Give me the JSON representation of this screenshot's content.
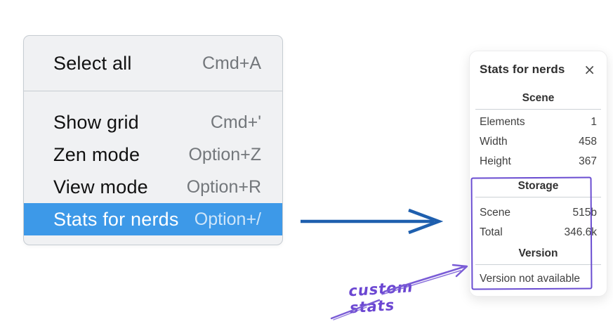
{
  "colors": {
    "menu_highlight": "#3d99e8",
    "flow_arrow_blue": "#1e5fae",
    "annotation_purple": "#6b46d2",
    "purple_box": "#6a4dd1"
  },
  "menu": {
    "groups": [
      {
        "items": [
          {
            "label": "Select all",
            "shortcut": "Cmd+A"
          }
        ]
      },
      {
        "items": [
          {
            "label": "Show grid",
            "shortcut": "Cmd+'"
          },
          {
            "label": "Zen mode",
            "shortcut": "Option+Z"
          },
          {
            "label": "View mode",
            "shortcut": "Option+R"
          },
          {
            "label": "Stats for nerds",
            "shortcut": "Option+/"
          }
        ]
      }
    ]
  },
  "stats_panel": {
    "title": "Stats for nerds",
    "close_icon": "×",
    "sections": [
      {
        "heading": "Scene",
        "rows": [
          {
            "label": "Elements",
            "value": "1"
          },
          {
            "label": "Width",
            "value": "458"
          },
          {
            "label": "Height",
            "value": "367"
          }
        ]
      },
      {
        "heading": "Storage",
        "rows": [
          {
            "label": "Scene",
            "value": "515b"
          },
          {
            "label": "Total",
            "value": "346.6k"
          }
        ]
      },
      {
        "heading": "Version",
        "note": "Version not available"
      }
    ]
  },
  "annotation": {
    "label": "custom stats"
  }
}
